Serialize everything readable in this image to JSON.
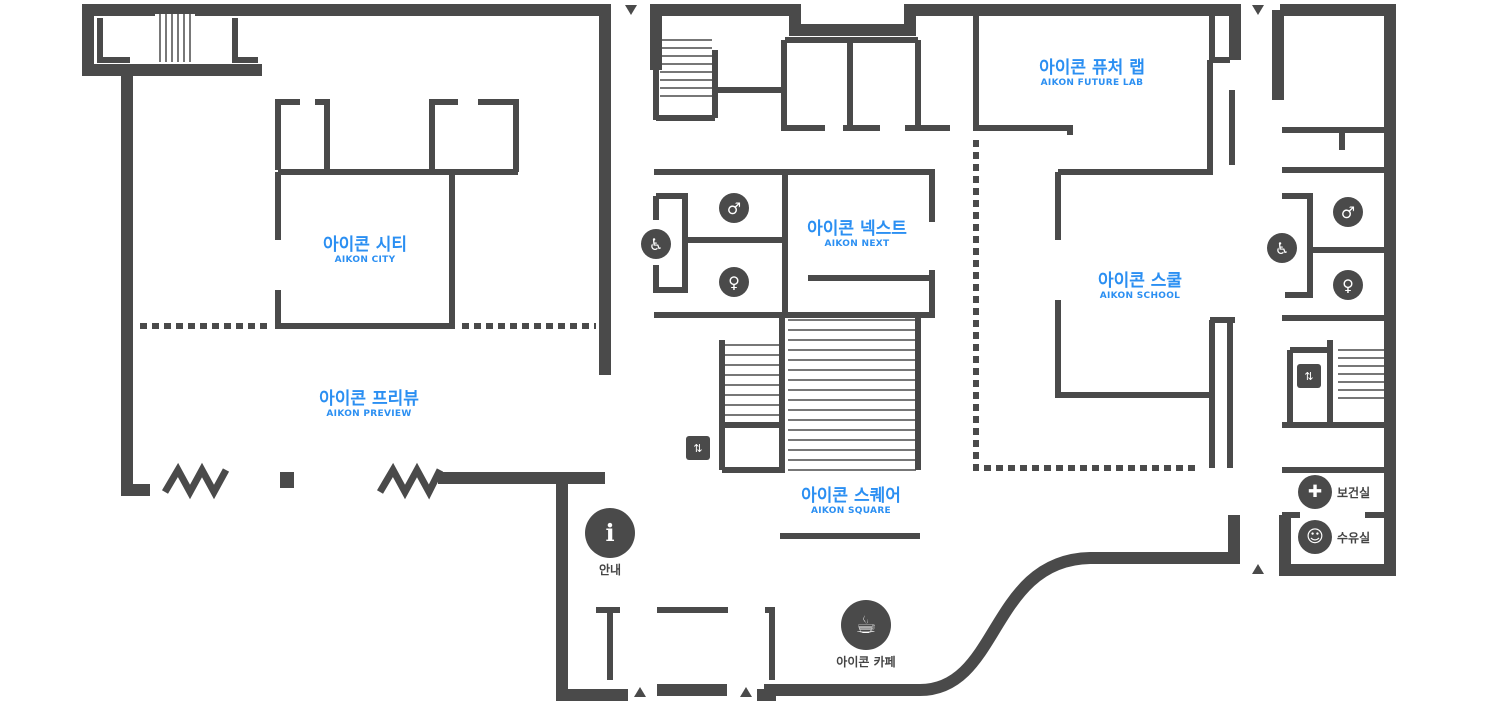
{
  "rooms": {
    "city": {
      "ko": "아이콘 시티",
      "en": "AIKON CITY"
    },
    "preview": {
      "ko": "아이콘 프리뷰",
      "en": "AIKON PREVIEW"
    },
    "next": {
      "ko": "아이콘 넥스트",
      "en": "AIKON NEXT"
    },
    "square": {
      "ko": "아이콘 스퀘어",
      "en": "AIKON SQUARE"
    },
    "future_lab": {
      "ko": "아이콘 퓨처 랩",
      "en": "AIKON FUTURE LAB"
    },
    "school": {
      "ko": "아이콘 스쿨",
      "en": "AIKON SCHOOL"
    }
  },
  "facilities": {
    "info": "안내",
    "cafe": "아이콘 카페",
    "health": "보건실",
    "nursing": "수유실"
  },
  "colors": {
    "wall": "#4a4a4a",
    "label": "#2b8ff2"
  }
}
